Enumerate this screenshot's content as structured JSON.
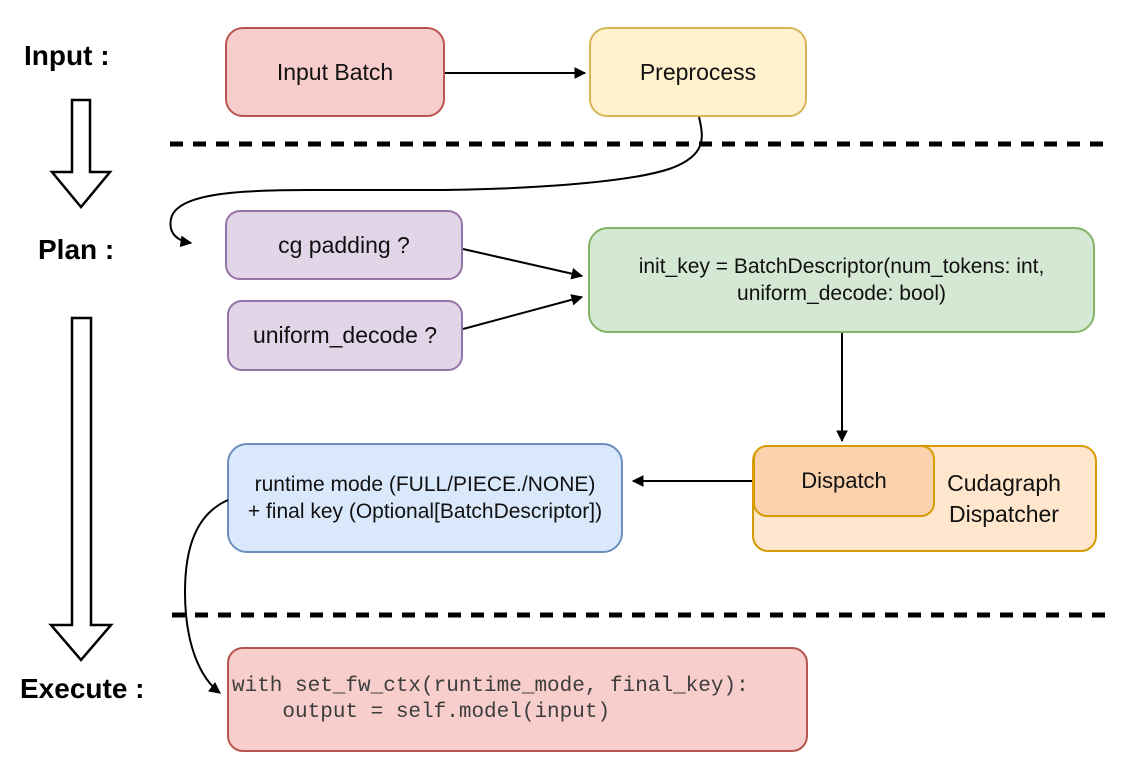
{
  "stage_labels": {
    "input": "Input :",
    "plan": "Plan :",
    "execute": "Execute :"
  },
  "nodes": {
    "input_batch": {
      "label": "Input Batch",
      "fill": "#f8cecc",
      "stroke": "#b85450"
    },
    "preprocess": {
      "label": "Preprocess",
      "fill": "#fff2cc",
      "stroke": "#d6b656"
    },
    "cg_padding": {
      "label": "cg padding ?",
      "fill": "#e1d5e7",
      "stroke": "#9673a6"
    },
    "uniform_decode": {
      "label": "uniform_decode ?",
      "fill": "#e1d5e7",
      "stroke": "#9673a6"
    },
    "init_key": {
      "line1": "init_key = BatchDescriptor(num_tokens: int,",
      "line2": "uniform_decode: bool)",
      "fill": "#d5e8d4",
      "stroke": "#82b366"
    },
    "cudagraph_dispatcher": {
      "label": "Cudagraph Dispatcher",
      "fill": "#ffe6cc",
      "stroke": "#d79b00"
    },
    "dispatch": {
      "label": "Dispatch",
      "fill": "#fad2ae",
      "stroke": "#d79b00"
    },
    "runtime_mode": {
      "line1": "runtime mode (FULL/PIECE./NONE)",
      "line2": "+ final key (Optional[BatchDescriptor])",
      "fill": "#dae8fc",
      "stroke": "#6c8ebf"
    },
    "execute_code": {
      "line1": "with set_fw_ctx(runtime_mode, final_key):",
      "line2": "    output = self.model(input)",
      "fill": "#f8cecc",
      "stroke": "#b85450"
    }
  },
  "colors": {
    "arrow": "#000000",
    "separator": "#000000",
    "background": "#ffffff"
  }
}
